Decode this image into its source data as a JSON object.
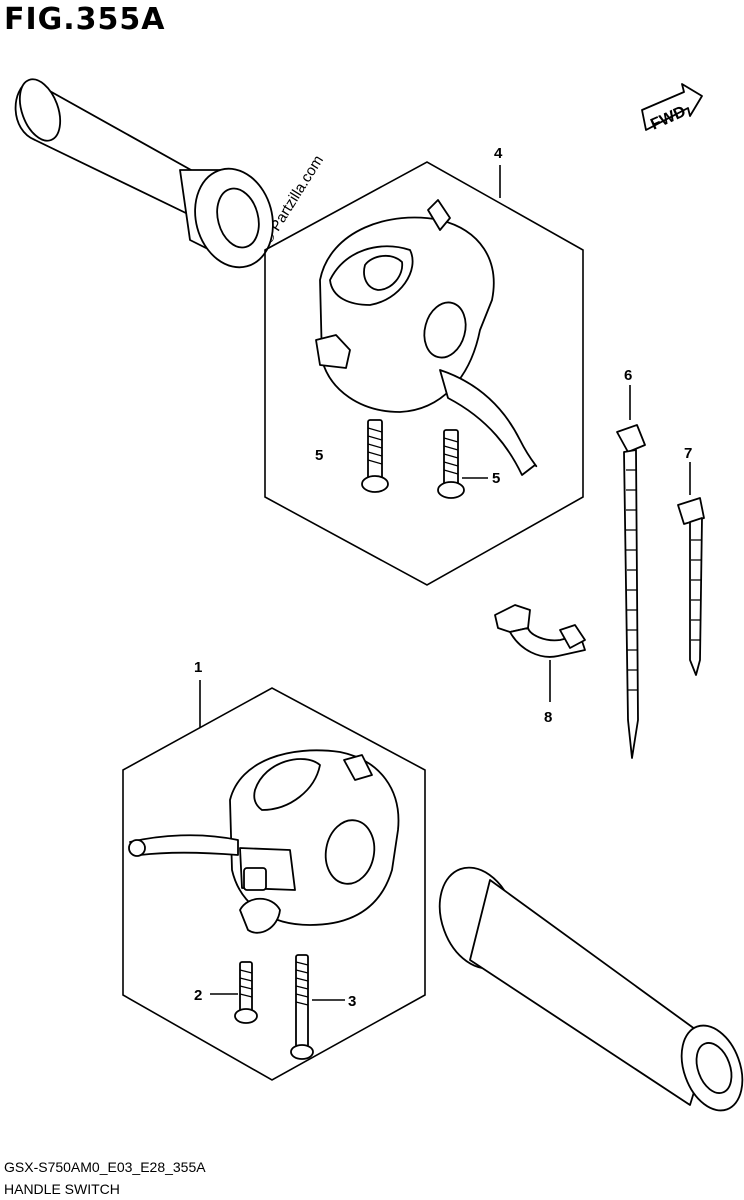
{
  "figure": {
    "title": "FIG.355A",
    "diagram_code": "GSX-S750AM0_E03_E28_355A",
    "diagram_name": "HANDLE SWITCH",
    "watermark": "© Partzilla.com",
    "direction_label": "FWD"
  },
  "callouts": [
    {
      "id": "1",
      "label": "1"
    },
    {
      "id": "2",
      "label": "2"
    },
    {
      "id": "3",
      "label": "3"
    },
    {
      "id": "4",
      "label": "4"
    },
    {
      "id": "5a",
      "label": "5"
    },
    {
      "id": "5b",
      "label": "5"
    },
    {
      "id": "6",
      "label": "6"
    },
    {
      "id": "7",
      "label": "7"
    },
    {
      "id": "8",
      "label": "8"
    }
  ],
  "icons": [
    "fwd-arrow-icon",
    "copyright-icon"
  ],
  "colors": {
    "line": "#000000",
    "background": "#ffffff"
  }
}
